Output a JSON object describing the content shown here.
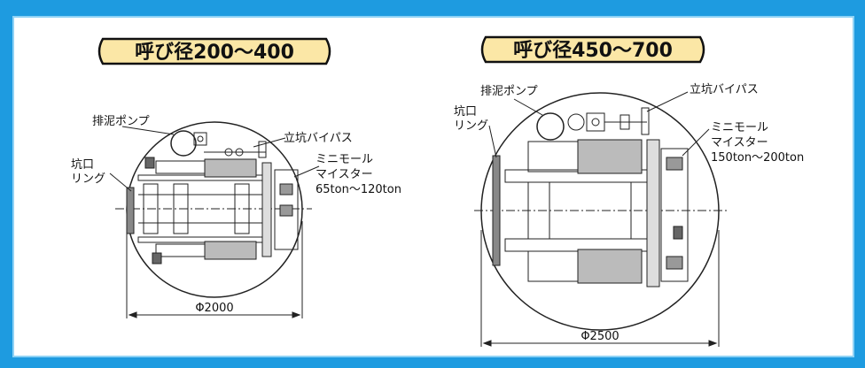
{
  "colors": {
    "frame": "#1e9be0",
    "panel": "#ffffff",
    "title_fill": "#fbe7a6",
    "title_stroke": "#111111",
    "line": "#222222"
  },
  "left": {
    "title": "呼び径200〜400",
    "pump_label": "排泥ポンプ",
    "bypass_label": "立坑バイパス",
    "ring_label_1": "坑口",
    "ring_label_2": "リング",
    "machine_label_1": "ミニモール",
    "machine_label_2": "マイスター",
    "machine_label_3": "65ton〜120ton",
    "dimension": "Φ2000"
  },
  "right": {
    "title": "呼び径450〜700",
    "pump_label": "排泥ポンプ",
    "bypass_label": "立坑バイパス",
    "ring_label_1": "坑口",
    "ring_label_2": "リング",
    "machine_label_1": "ミニモール",
    "machine_label_2": "マイスター",
    "machine_label_3": "150ton〜200ton",
    "dimension": "Φ2500"
  }
}
